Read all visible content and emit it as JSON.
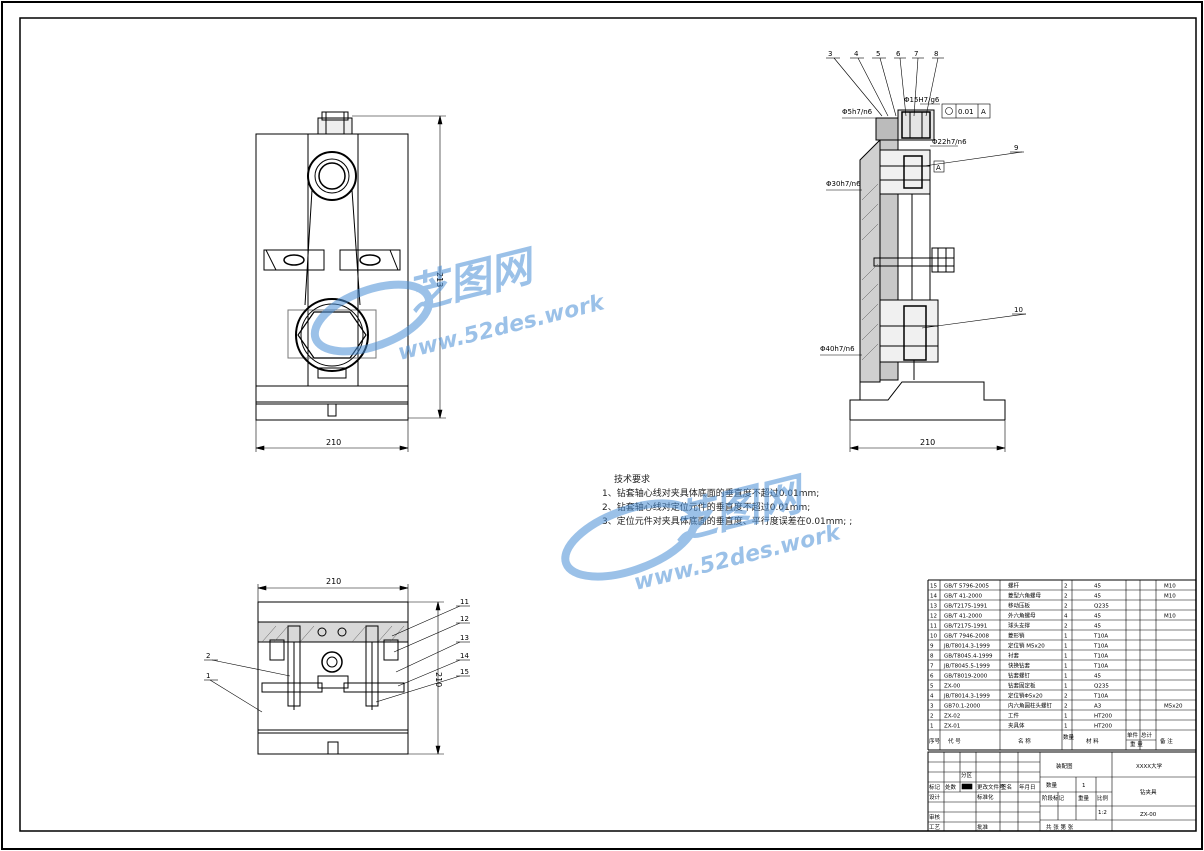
{
  "front_view": {
    "dim_width": "210",
    "dim_height": "213"
  },
  "side_view": {
    "dim_width": "210",
    "callouts": [
      "3",
      "4",
      "5",
      "6",
      "7",
      "8",
      "9",
      "10"
    ],
    "fit_labels": [
      "Φ5h7/n6",
      "Φ15H7/g6",
      "Φ22h7/n6",
      "Φ30h7/n6",
      "Φ40h7/n6"
    ],
    "datum": "A",
    "tolerance": "0.01"
  },
  "top_view": {
    "dim_width": "210",
    "dim_height": "210",
    "callouts": [
      "1",
      "2",
      "11",
      "12",
      "13",
      "14",
      "15"
    ]
  },
  "requirements": {
    "title": "技术要求",
    "items": [
      "1、钻套轴心线对夹具体底面的垂直度不超过0.01mm;",
      "2、钻套轴心线对定位元件的垂直度不超过0.01mm;",
      "3、定位元件对夹具体底面的垂直度、平行度误差在0.01mm; ;"
    ]
  },
  "bom": {
    "rows": [
      {
        "no": "15",
        "code": "GB/T 5796-2005",
        "name": "螺杆",
        "qty": "2",
        "mat": "45",
        "note": "M10"
      },
      {
        "no": "14",
        "code": "GB/T 41-2000",
        "name": "菱型六角螺母",
        "qty": "2",
        "mat": "45",
        "note": "M10"
      },
      {
        "no": "13",
        "code": "GB/T2175-1991",
        "name": "移动压板",
        "qty": "2",
        "mat": "Q235",
        "note": ""
      },
      {
        "no": "12",
        "code": "GB/T 41-2000",
        "name": "外六角螺母",
        "qty": "4",
        "mat": "45",
        "note": "M10"
      },
      {
        "no": "11",
        "code": "GB/T2175-1991",
        "name": "球头支撑",
        "qty": "2",
        "mat": "45",
        "note": ""
      },
      {
        "no": "10",
        "code": "GB/T 7946-2008",
        "name": "菱形销",
        "qty": "1",
        "mat": "T10A",
        "note": ""
      },
      {
        "no": "9",
        "code": "JB/T8014.3-1999",
        "name": "定位销 M5x20",
        "qty": "1",
        "mat": "T10A",
        "note": ""
      },
      {
        "no": "8",
        "code": "GB/T8045.4-1999",
        "name": "衬套",
        "qty": "1",
        "mat": "T10A",
        "note": ""
      },
      {
        "no": "7",
        "code": "JB/T8045.5-1999",
        "name": "快换钻套",
        "qty": "1",
        "mat": "T10A",
        "note": ""
      },
      {
        "no": "6",
        "code": "GB/T8019-2000",
        "name": "钻套螺钉",
        "qty": "1",
        "mat": "45",
        "note": ""
      },
      {
        "no": "5",
        "code": "ZX-00",
        "name": "钻套固定板",
        "qty": "1",
        "mat": "Q235",
        "note": ""
      },
      {
        "no": "4",
        "code": "JB/T8014.3-1999",
        "name": "定位销Φ5x20",
        "qty": "2",
        "mat": "T10A",
        "note": ""
      },
      {
        "no": "3",
        "code": "GB70.1-2000",
        "name": "内六角圆柱头螺钉",
        "qty": "2",
        "mat": "A3",
        "note": "M5x20"
      },
      {
        "no": "2",
        "code": "ZX-02",
        "name": "工件",
        "qty": "1",
        "mat": "HT200",
        "note": ""
      },
      {
        "no": "1",
        "code": "ZX-01",
        "name": "夹具体",
        "qty": "1",
        "mat": "HT200",
        "note": ""
      }
    ],
    "header": {
      "no": "序号",
      "code": "代 号",
      "name": "名 称",
      "qty": "数量",
      "mat": "材 料",
      "unitw": "单件",
      "totalw": "总计",
      "weight": "重 量",
      "note": "备 注"
    }
  },
  "title_block": {
    "drawing_type": "装配图",
    "school": "XXXX大学",
    "part_name": "钻夹具",
    "drawing_no": "ZX-00",
    "scale": "1:2",
    "qty_label": "数量",
    "qty": "1",
    "weight_label": "重量",
    "scale_label": "比例",
    "stage_label": "阶段标记",
    "sheet": "共 张 第 张",
    "rows": [
      "标记",
      "处数",
      "分区",
      "更改文件号",
      "签名",
      "年月日",
      "设计",
      "标准化",
      "审核",
      "工艺",
      "批准"
    ]
  },
  "watermark": {
    "brand": "芝图网",
    "site": "www.52des.work"
  }
}
